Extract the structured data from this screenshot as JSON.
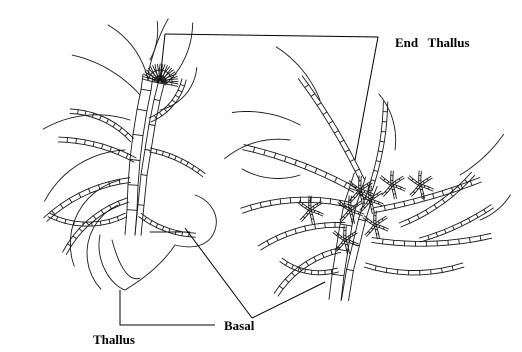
{
  "labels": {
    "end_thallus": "End   Thallus",
    "thallus": "Thallus",
    "basal": "Basal"
  },
  "colors": {
    "ink": "#1a1a1a",
    "background": "#ffffff"
  }
}
